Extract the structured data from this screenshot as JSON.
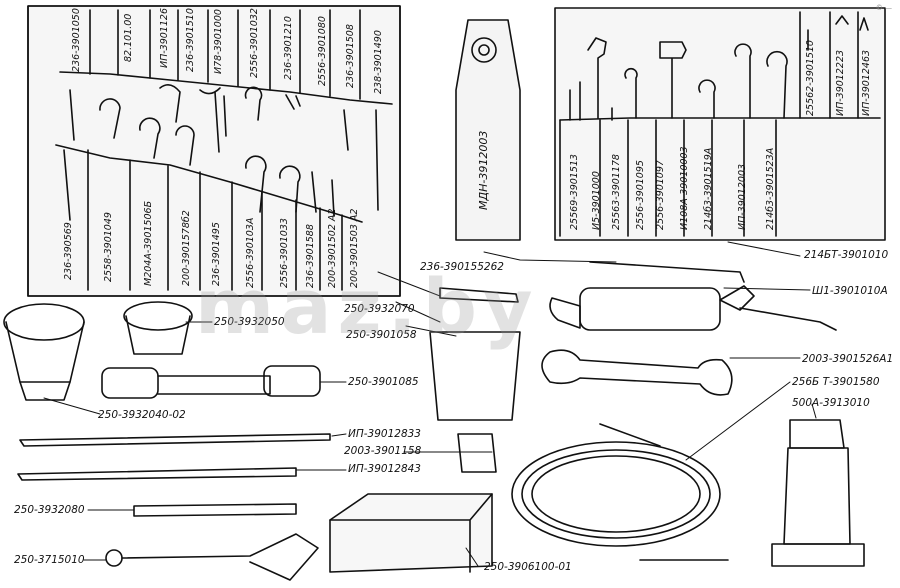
{
  "corner_mark": "© —",
  "watermark": "maz.by",
  "left_kit": {
    "top_row": [
      "236-3901050",
      "82.101.00",
      "ИП-3901126",
      "236-3901510",
      "И78-3901000",
      "2556-3901032",
      "236-3901210",
      "2556-3901080",
      "236-3901508",
      "238-3901490"
    ],
    "bottom_row": [
      "236-390569",
      "2558-3901049",
      "М204А-3901506Б",
      "200-3901578б2",
      "236-3901495",
      "2556-390103А",
      "2556-3901033",
      "236-3901588",
      "200-3901502 А2",
      "200-3901503 А2"
    ]
  },
  "right_kit": {
    "top_row": [
      "25562-3901510",
      "ИП-39012223",
      "ИП-39012463"
    ],
    "bottom_row": [
      "25569-3901513",
      "И5-3901000",
      "25563-3901178",
      "2556-3901095",
      "2556-3901097",
      "И108А-39010003",
      "214б3-3901519А",
      "ИП-39012003",
      "214б3-3901523А"
    ]
  },
  "center_handle_label": "МДН-3912003",
  "callouts": [
    {
      "text": "214БТ-3901010"
    },
    {
      "text": "236-390155262"
    },
    {
      "text": "250-3932070"
    },
    {
      "text": "250-3901058"
    },
    {
      "text": "250-3932050"
    },
    {
      "text": "Ш1-3901010А"
    },
    {
      "text": "2003-3901526А1"
    },
    {
      "text": "256Б Т-3901580"
    },
    {
      "text": "500А-3913010"
    },
    {
      "text": "250-3901085"
    },
    {
      "text": "250-3932040-02"
    },
    {
      "text": "ИП-39012833"
    },
    {
      "text": "2003-3901158"
    },
    {
      "text": "ИП-39012843"
    },
    {
      "text": "250-3932080"
    },
    {
      "text": "250-3715010"
    },
    {
      "text": "250-3906100-01"
    }
  ]
}
